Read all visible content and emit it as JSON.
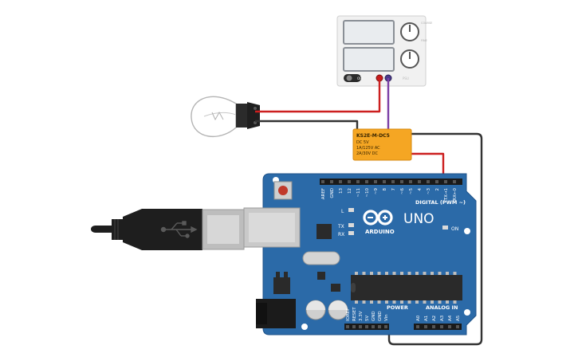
{
  "power_supply": {
    "off_label": "OFF"
  },
  "relay": {
    "model": "KS2E-M-DC5",
    "line1": "DC 5V",
    "line2": "1A/125V AC",
    "line3": "2A/30V DC"
  },
  "arduino": {
    "brand": "ARDUINO",
    "model": "UNO",
    "digital_label": "DIGITAL (PWM ~)",
    "power_label": "POWER",
    "analog_label": "ANALOG IN",
    "on_label": "ON",
    "led_l": "L",
    "led_tx": "TX",
    "led_rx": "RX",
    "digital_pins": [
      "AREF",
      "GND",
      "13",
      "12",
      "~11",
      "~10",
      "~9",
      "8",
      "7",
      "~6",
      "~5",
      "4",
      "~3",
      "2",
      "TX→1",
      "RX←0"
    ],
    "power_pins": [
      "IOREF",
      "RESET",
      "3.3V",
      "5V",
      "GND",
      "GND",
      "Vin"
    ],
    "analog_pins": [
      "A0",
      "A1",
      "A2",
      "A3",
      "A4",
      "A5"
    ]
  },
  "colors": {
    "board": "#2b6aa8",
    "relay": "#f5a623",
    "wire_red": "#cc1f1f",
    "wire_purple": "#7b3fa6",
    "wire_black": "#333333",
    "usb": "#1e1e1e"
  }
}
